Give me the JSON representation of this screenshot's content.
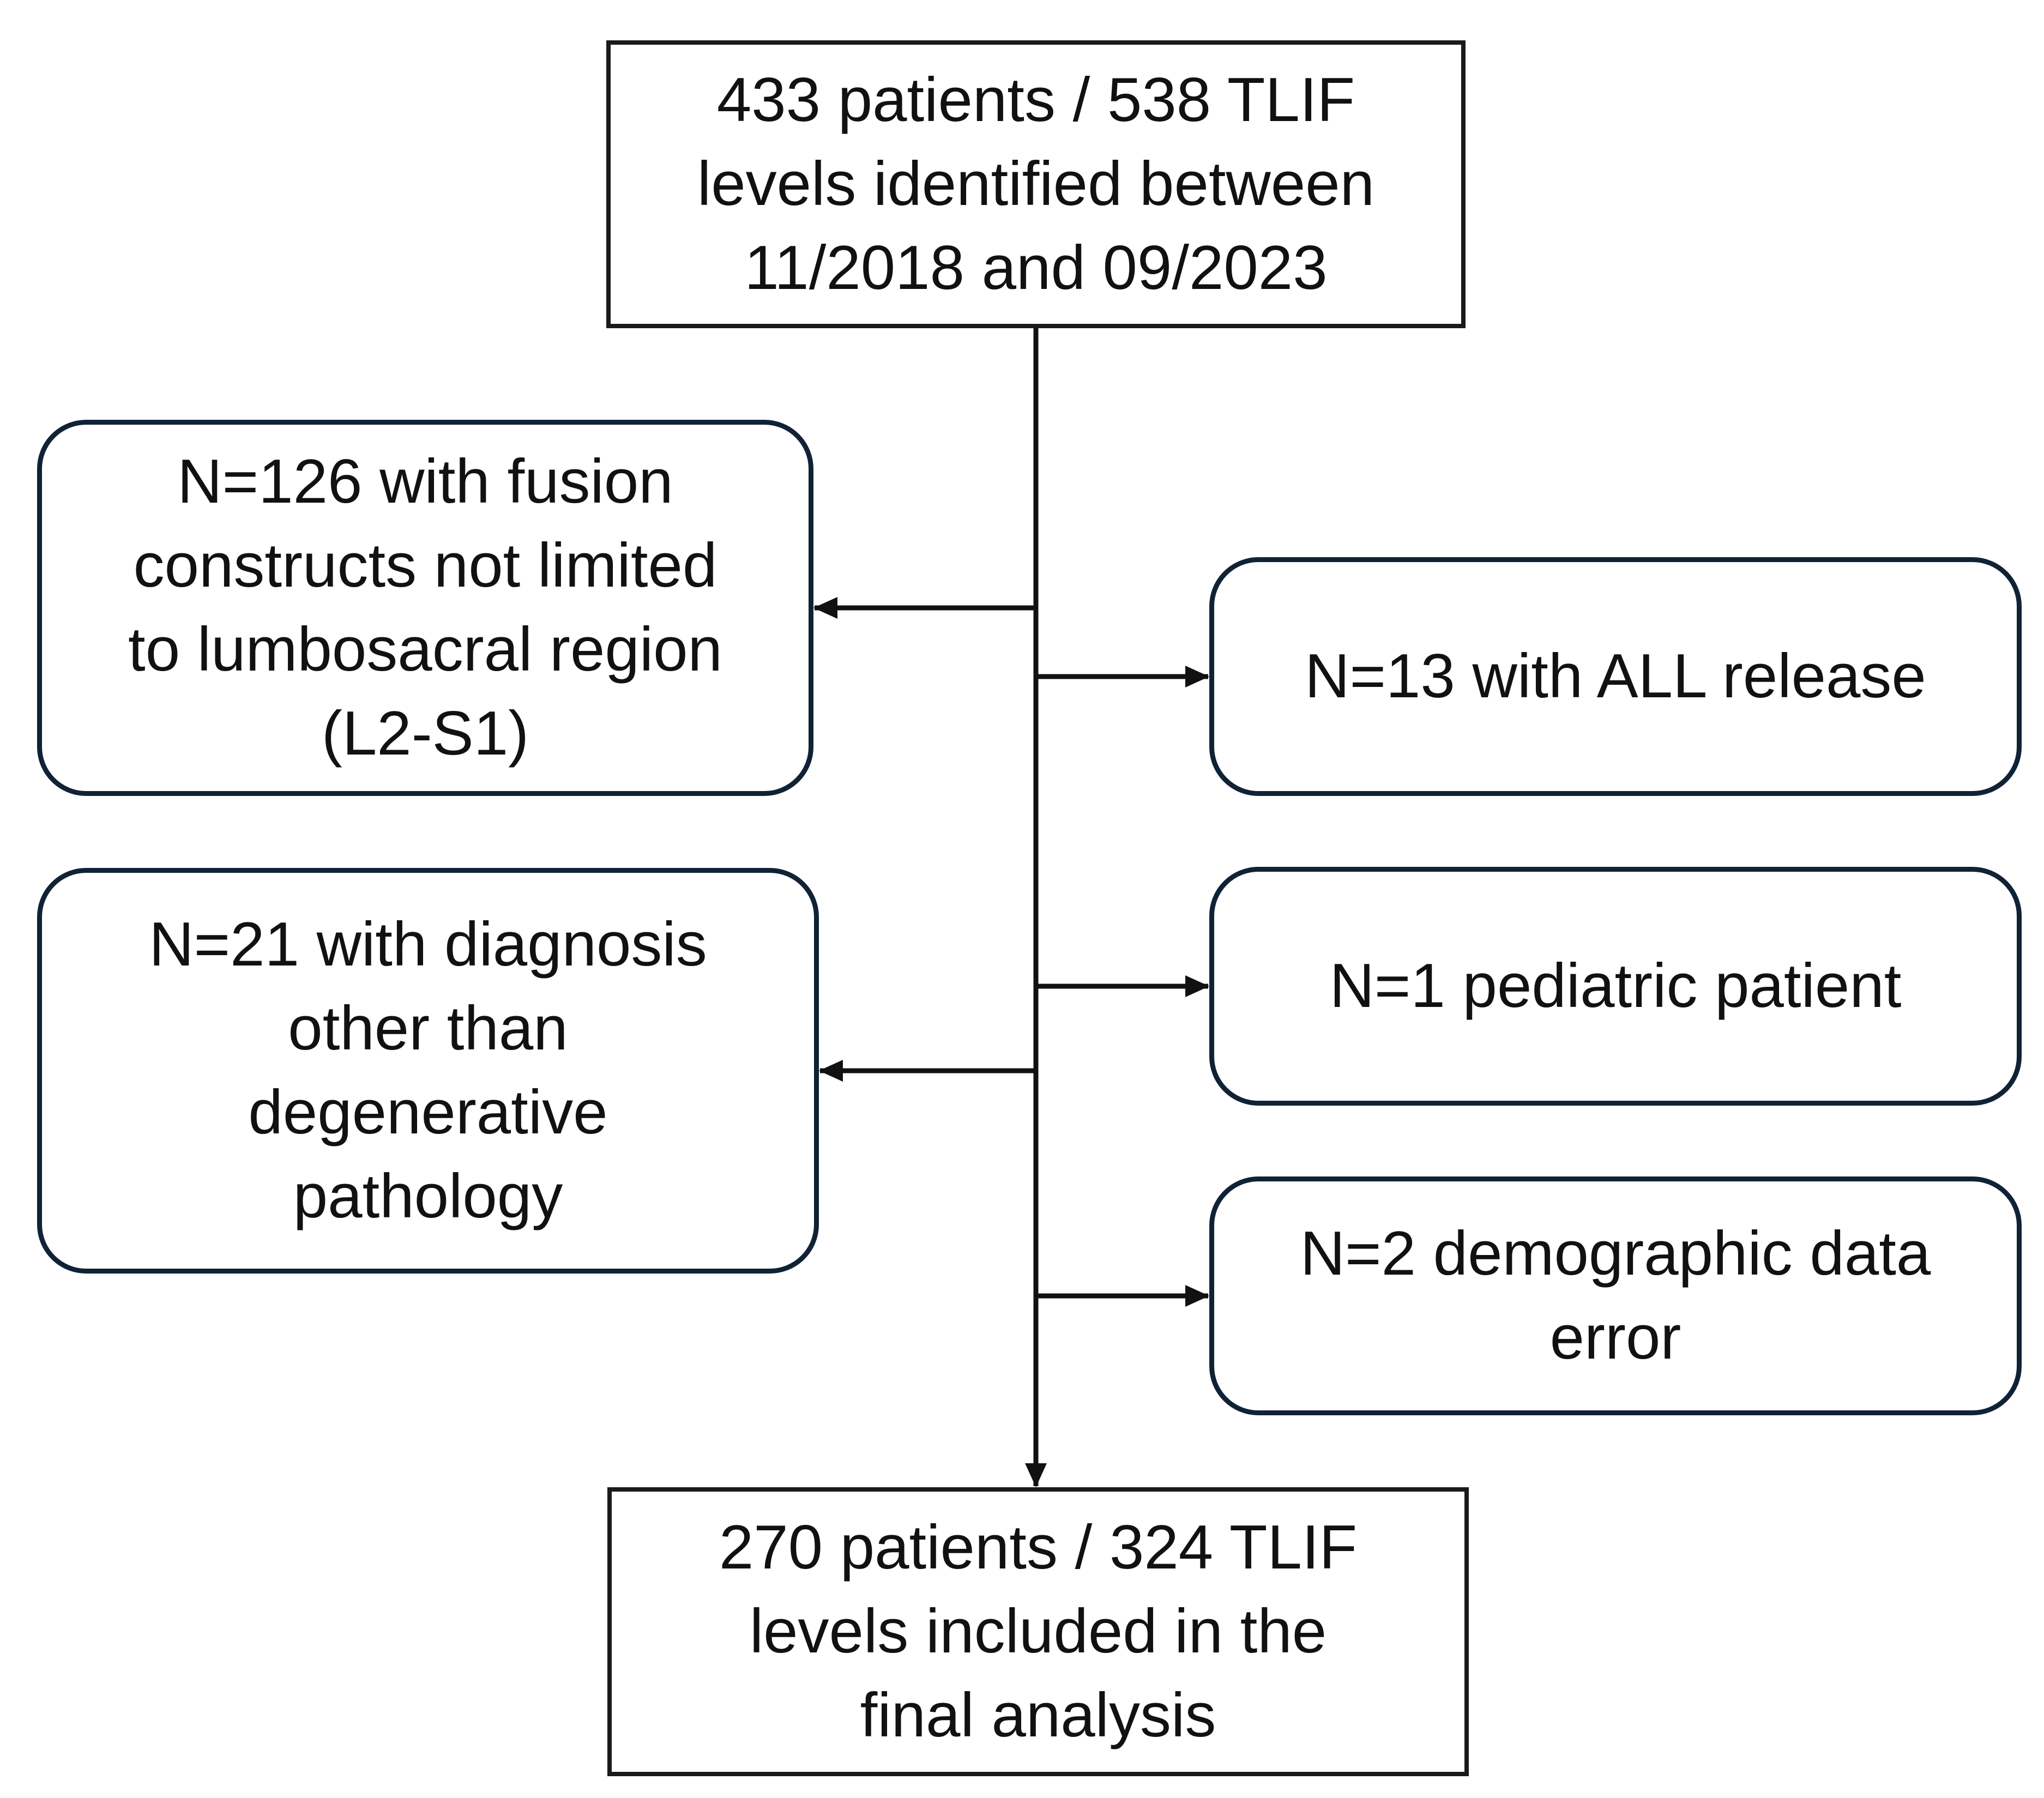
{
  "diagram": {
    "start_box": {
      "lines": [
        "433 patients / 538 TLIF",
        "levels identified between",
        "11/2018 and 09/2023"
      ]
    },
    "exclusions": [
      {
        "side": "left",
        "lines": [
          "N=126 with fusion",
          "constructs not limited",
          "to lumbosacral region",
          "(L2-S1)"
        ]
      },
      {
        "side": "right",
        "lines": [
          "N=13 with ALL release"
        ]
      },
      {
        "side": "left",
        "lines": [
          "N=21 with diagnosis",
          "other than",
          "degenerative",
          "pathology"
        ]
      },
      {
        "side": "right",
        "lines": [
          "N=1 pediatric patient"
        ]
      },
      {
        "side": "right",
        "lines": [
          "N=2 demographic data",
          "error"
        ]
      }
    ],
    "final_box": {
      "lines": [
        "270 patients / 324 TLIF",
        "levels included in the",
        "final analysis"
      ]
    },
    "colors": {
      "square_border": "#1a1a1a",
      "rounded_border": "#102235",
      "connector": "#111111",
      "background": "#ffffff"
    }
  }
}
